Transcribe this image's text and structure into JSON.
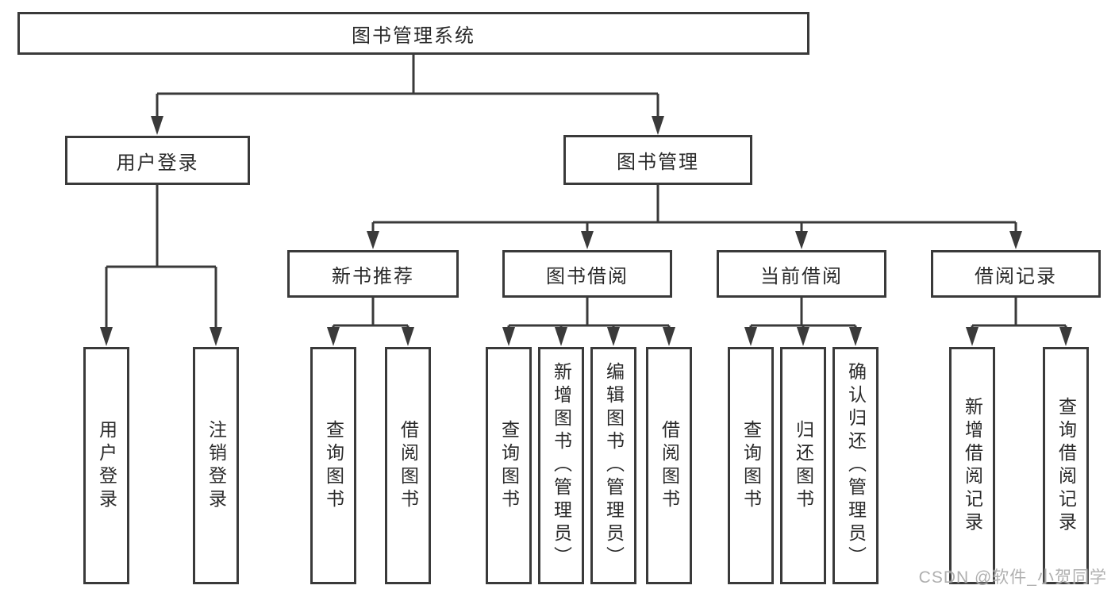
{
  "diagram": {
    "title_node": {
      "label": "图书管理系统"
    },
    "level2": [
      {
        "label": "用户登录"
      },
      {
        "label": "图书管理"
      }
    ],
    "level3": [
      {
        "label": "新书推荐",
        "parent": "图书管理"
      },
      {
        "label": "图书借阅",
        "parent": "图书管理"
      },
      {
        "label": "当前借阅",
        "parent": "图书管理"
      },
      {
        "label": "借阅记录",
        "parent": "图书管理"
      }
    ],
    "leaves": [
      {
        "label": "用户登录",
        "parent": "用户登录"
      },
      {
        "label": "注销登录",
        "parent": "用户登录"
      },
      {
        "label": "查询图书",
        "parent": "新书推荐"
      },
      {
        "label": "借阅图书",
        "parent": "新书推荐"
      },
      {
        "label": "查询图书",
        "parent": "图书借阅"
      },
      {
        "label": "新增图书（管理员）",
        "parent": "图书借阅"
      },
      {
        "label": "编辑图书（管理员）",
        "parent": "图书借阅"
      },
      {
        "label": "借阅图书",
        "parent": "图书借阅"
      },
      {
        "label": "查询图书",
        "parent": "当前借阅"
      },
      {
        "label": "归还图书",
        "parent": "当前借阅"
      },
      {
        "label": "确认归还（管理员）",
        "parent": "当前借阅"
      },
      {
        "label": "新增借阅记录",
        "parent": "借阅记录"
      },
      {
        "label": "查询借阅记录",
        "parent": "借阅记录"
      }
    ],
    "colors": {
      "line": "#3a3a3a",
      "text": "#2a2a2a",
      "background": "#ffffff",
      "watermark": "#a8a8a8"
    },
    "watermark": "CSDN @软件_小贺同学"
  }
}
